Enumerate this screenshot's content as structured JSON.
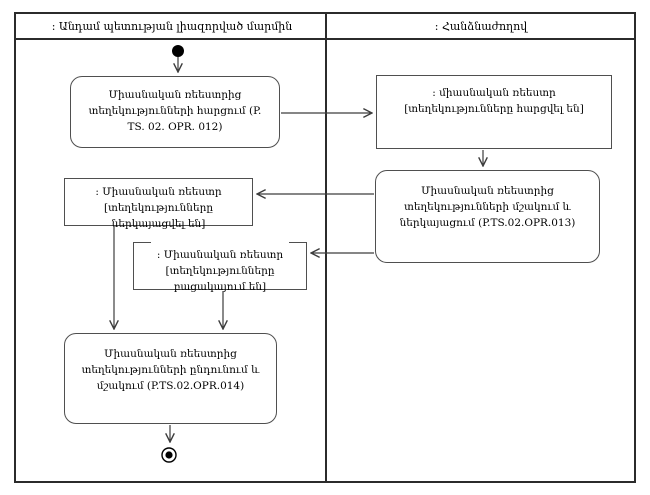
{
  "header": {
    "left_lane": ": Անդամ պետության լիազորված մարմին",
    "right_lane": ": Հանձնաժողով"
  },
  "nodes": {
    "action_query": {
      "text": "Միասնական ռեեստրից տեղեկությունների հարցում (P. TS. 02. OPR. 012)"
    },
    "object_queried": {
      "title": ": միասնական ռեեստր",
      "state": "[տեղեկությունները հարցվել են]"
    },
    "action_process_present": {
      "text": "Միասնական ռեեստրից տեղեկությունների մշակում և ներկայացում (P.TS.02.OPR.013)"
    },
    "object_presented": {
      "title": ": Միասնական ռեեստր",
      "state": "[տեղեկությունները ներկայացվել են]"
    },
    "object_missing": {
      "title": ": Միասնական ռեեստր",
      "state": "[տեղեկությունները բացակայում են]"
    },
    "action_receive_process": {
      "text": "Միասնական ռեեստրից տեղեկությունների ընդունում և մշակում (P.TS.02.OPR.014)"
    }
  },
  "colors": {
    "background": "#ffffff",
    "frame": "#2b2b2b",
    "box_border": "#4f4f4f",
    "edge_line": "#3d3d3d",
    "node_fill": "#000000"
  }
}
